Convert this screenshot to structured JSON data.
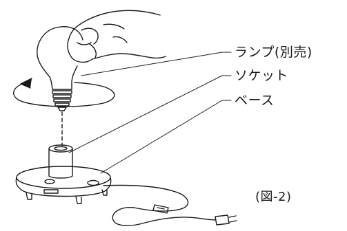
{
  "labels": {
    "lamp": "ランプ(別売)",
    "socket": "ソケット",
    "base": "ベース"
  },
  "figure_caption": "(図-2)",
  "colors": {
    "line": "#1a1a1a",
    "background": "#ffffff"
  }
}
